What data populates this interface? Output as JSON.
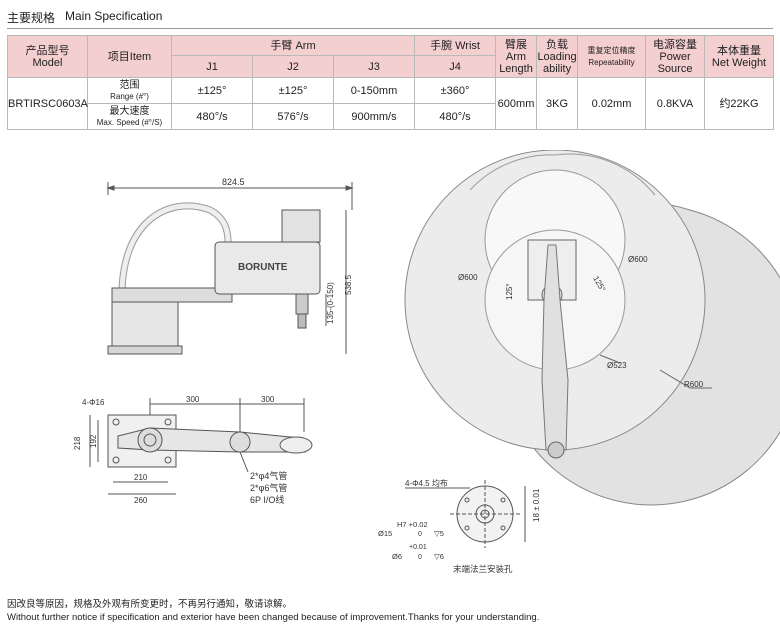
{
  "header": {
    "title_zh": "主要规格",
    "title_en": "Main Specification"
  },
  "table": {
    "model_zh": "产品型号",
    "model_en": "Model",
    "item": "项目Item",
    "arm_group": "手臂 Arm",
    "wrist_group": "手腕 Wrist",
    "arm_len_zh": "臂展",
    "arm_len_en1": "Arm",
    "arm_len_en2": "Length",
    "load_zh": "负载",
    "load_en1": "Loading",
    "load_en2": "ability",
    "repeat_zh": "重复定位精度",
    "repeat_en": "Repeatability",
    "power_zh": "电源容量",
    "power_en1": "Power",
    "power_en2": "Source",
    "weight_zh": "本体重量",
    "weight_en": "Net Weight",
    "j1": "J1",
    "j2": "J2",
    "j3": "J3",
    "j4": "J4",
    "model_value": "BRTIRSC0603A",
    "range_zh": "范围",
    "range_en": "Range (#°)",
    "speed_zh": "最大速度",
    "speed_en": "Max. Speed (#°/S)",
    "range": [
      "±125°",
      "±125°",
      "0-150mm",
      "±360°"
    ],
    "speed": [
      "480°/s",
      "576°/s",
      "900mm/s",
      "480°/s"
    ],
    "arm_length": "600mm",
    "load": "3KG",
    "repeatability": "0.02mm",
    "power": "0.8KVA",
    "weight": "约22KG"
  },
  "drawing": {
    "brand": "BORUNTE",
    "side_width": "824.5",
    "side_h1": "135-(0-150)",
    "side_h2": "538.5",
    "top_hole": "4-Φ16",
    "top_300a": "300",
    "top_300b": "300",
    "top_218": "218",
    "top_192": "192",
    "top_210": "210",
    "top_260": "260",
    "tube1": "2*φ4气管",
    "tube2": "2*φ6气管",
    "io": "6P I/O线",
    "ws_600a": "Ø600",
    "ws_600b": "Ø600",
    "ws_523": "Ø523",
    "ws_r600": "R600",
    "ws_125a": "125°",
    "ws_125b": "125°",
    "fl_holes": "4-Φ4.5 均布",
    "fl_h7": "H7 +0.02",
    "fl_h7b": "0",
    "fl_d15": "Ø15",
    "fl_t5": "▽5",
    "fl_d6tol": "+0.01",
    "fl_d6tolb": "0",
    "fl_d6": "Ø6",
    "fl_t6": "▽6",
    "fl_dim": "18 ± 0.01",
    "fl_title": "末端法兰安装孔"
  },
  "footer": {
    "zh": "因改良等原因，规格及外观有所变更时，不再另行通知，敬请谅解。",
    "en": "Without further notice if specification and exterior have been changed because of improvement.Thanks for your understanding."
  }
}
